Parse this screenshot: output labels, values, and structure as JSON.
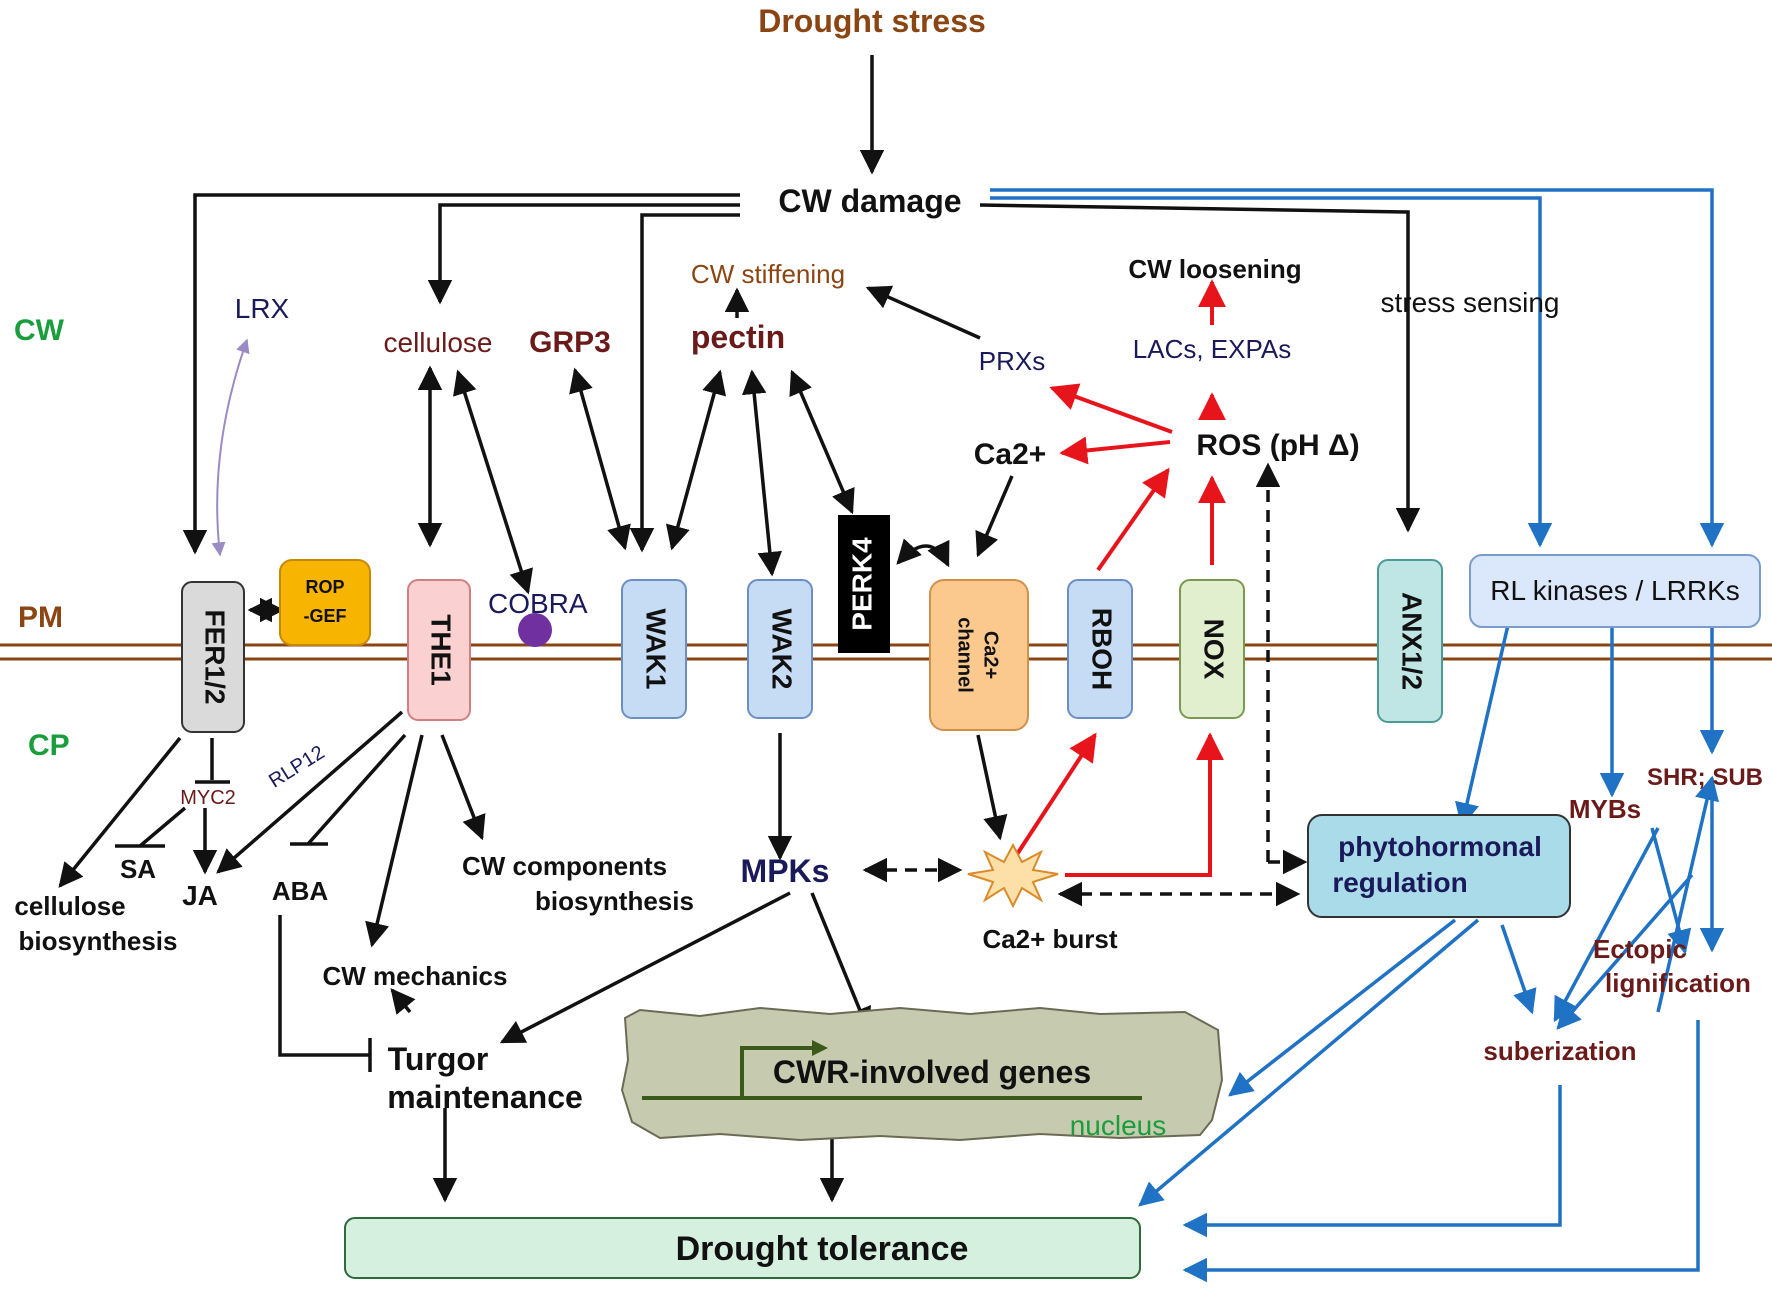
{
  "layers": {
    "cw": "CW",
    "pm": "PM",
    "cp": "CP"
  },
  "top": {
    "drought_stress": "Drought stress",
    "cw_damage": "CW damage"
  },
  "cw_labels": {
    "lrx": "LRX",
    "cellulose": "cellulose",
    "grp3": "GRP3",
    "pectin": "pectin",
    "cw_stiffening": "CW stiffening",
    "cw_loosening": "CW loosening",
    "prxs": "PRXs",
    "lacs_expas": "LACs, EXPAs",
    "ca2": "Ca2+",
    "ros": "ROS (pH Δ)",
    "stress_sensing": "stress sensing"
  },
  "membrane": {
    "fer": "FER1/2",
    "rop_gef_1": "ROP",
    "rop_gef_2": "-GEF",
    "the1": "THE1",
    "cobra": "COBRA",
    "wak1": "WAK1",
    "wak2": "WAK2",
    "perk4": "PERK4",
    "ca_channel_1": "Ca2+",
    "ca_channel_2": "channel",
    "rboh": "RBOH",
    "nox": "NOX",
    "anx": "ANX1/2",
    "rl_kinases": "RL kinases / LRRKs"
  },
  "cytoplasm": {
    "myc2": "MYC2",
    "rlp12": "RLP12",
    "sa": "SA",
    "ja": "JA",
    "aba": "ABA",
    "cellulose_bio_1": "cellulose",
    "cellulose_bio_2": "biosynthesis",
    "cw_components_1": "CW components",
    "cw_components_2": "biosynthesis",
    "cw_mechanics": "CW mechanics",
    "mpks": "MPKs",
    "ca_burst": "Ca2+ burst",
    "turgor_1": "Turgor",
    "turgor_2": "maintenance",
    "phyto_1": "phytohormonal",
    "phyto_2": "regulation",
    "shr_sub": "SHR; SUB",
    "mybs": "MYBs",
    "ectopic_1": "Ectopic",
    "ectopic_2": "lignification",
    "suberization": "suberization",
    "cwr_genes": "CWR-involved genes",
    "nucleus": "nucleus",
    "drought_tolerance": "Drought tolerance"
  },
  "colors": {
    "black": "#111111",
    "red": "#e8141c",
    "blue": "#1f72c4",
    "purple": "#9b8bc4",
    "membrane": "#8b4513",
    "layer_green": "#1a9e3c",
    "brown_text": "#8b4513",
    "dark_red_text": "#6b1a1a",
    "navy_text": "#1a1a5a"
  }
}
